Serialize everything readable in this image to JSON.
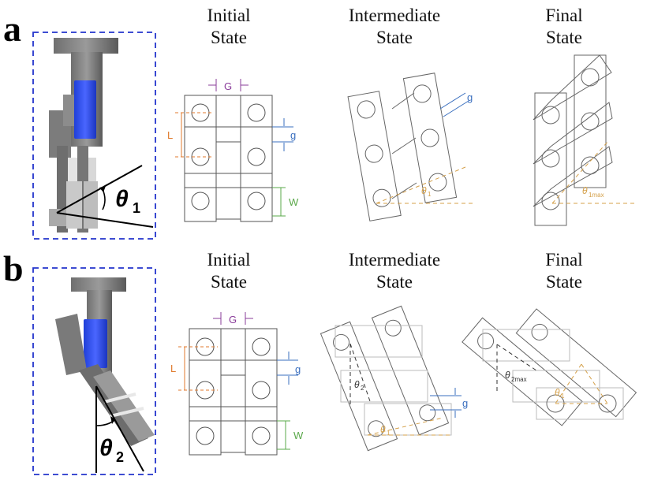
{
  "panels": [
    {
      "label": "a",
      "states": [
        {
          "line1": "Initial",
          "line2": "State"
        },
        {
          "line1": "Intermediate",
          "line2": "State"
        },
        {
          "line1": "Final",
          "line2": "State"
        }
      ],
      "angle_symbol": "θ",
      "angle_sub": "1",
      "dims": {
        "G": "G",
        "g": "g",
        "L": "L",
        "W": "W"
      },
      "theta_small": "θ",
      "theta_small_sub": "1",
      "theta_max_sub": "1max"
    },
    {
      "label": "b",
      "states": [
        {
          "line1": "Initial",
          "line2": "State"
        },
        {
          "line1": "Intermediate",
          "line2": "State"
        },
        {
          "line1": "Final",
          "line2": "State"
        }
      ],
      "angle_symbol": "θ",
      "angle_sub": "2",
      "dims": {
        "G": "G",
        "g": "g",
        "L": "L",
        "W": "W"
      },
      "theta_small": "θ",
      "theta_small_sub": "1",
      "theta2_sub": "2",
      "theta2_max_sub": "2max"
    }
  ],
  "colors": {
    "frame": "#2233cc",
    "blue_block": "#3355ee",
    "dim_purple": "#8a3c9a",
    "dim_blue": "#3a6fbf",
    "dim_orange": "#e07a2c",
    "dim_green": "#5aa84a",
    "angle_gold": "#d4a04a",
    "outline": "#555555"
  }
}
